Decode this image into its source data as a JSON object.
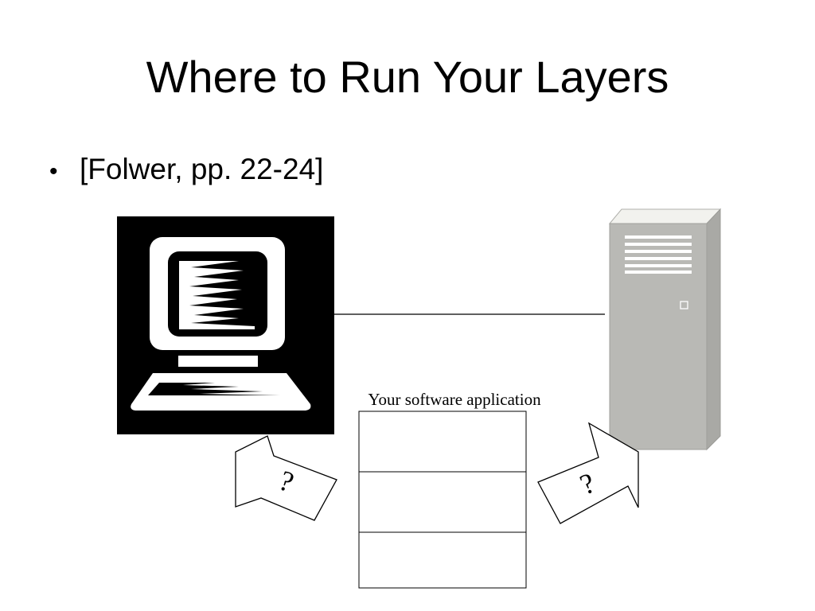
{
  "slide": {
    "title": "Where to Run Your Layers",
    "bullets": [
      {
        "text": "[Folwer, pp. 22-24]"
      }
    ]
  },
  "diagram": {
    "app_label": "Your software application",
    "left_arrow_label": "?",
    "right_arrow_label": "?",
    "layer_count": 3,
    "icons": {
      "client": "desktop-computer-icon",
      "server": "server-tower-icon"
    },
    "colors": {
      "client_background": "#000000",
      "client_foreground": "#ffffff",
      "server_front": "#b9b9b5",
      "server_side": "#a9a9a5",
      "server_top": "#f2f2ee",
      "line": "#000000"
    }
  }
}
